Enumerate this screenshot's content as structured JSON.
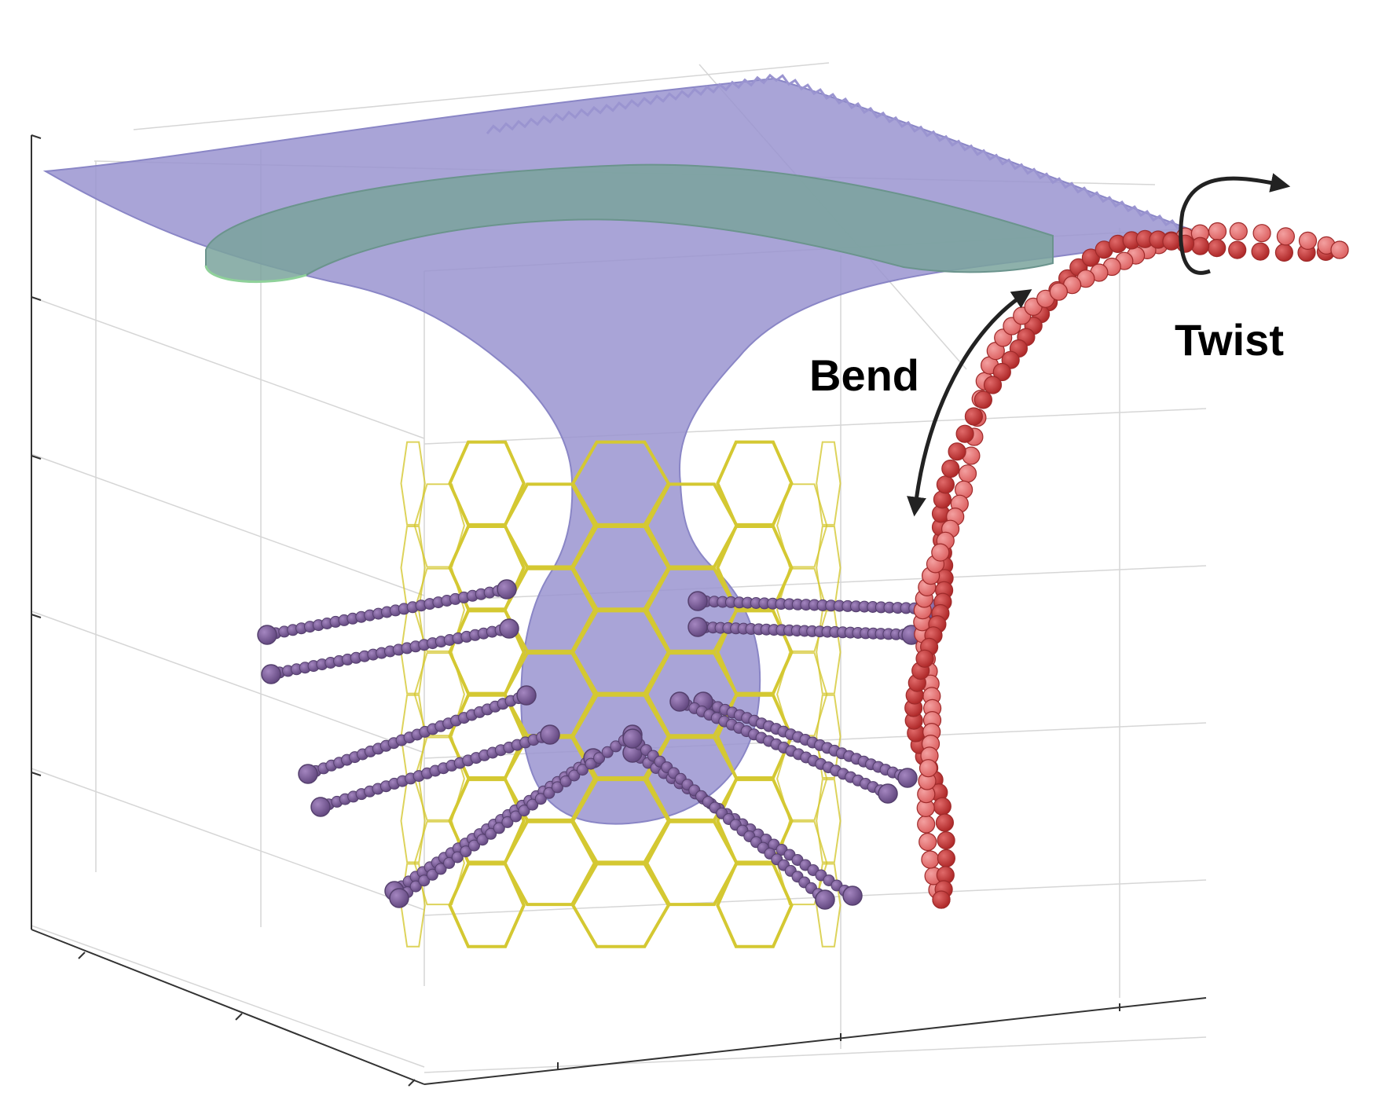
{
  "annotations": {
    "bend_label": "Bend",
    "twist_label": "Twist"
  },
  "colors": {
    "membrane": "#9a94d0",
    "membrane_edge": "#8a86c6",
    "ring_fill": "#7aa39c",
    "cage": "#d4c832",
    "lipid": "#7e5c9a",
    "lipid_dark": "#5f4378",
    "filament_a": "#c53a3a",
    "filament_b": "#e67676",
    "axis": "#333333",
    "grid": "#d9d9d9",
    "arrow": "#222222"
  },
  "icons": {
    "bend_arrow": "double-headed-curved-arrow",
    "twist_arrow": "circular-rotation-arrow"
  }
}
